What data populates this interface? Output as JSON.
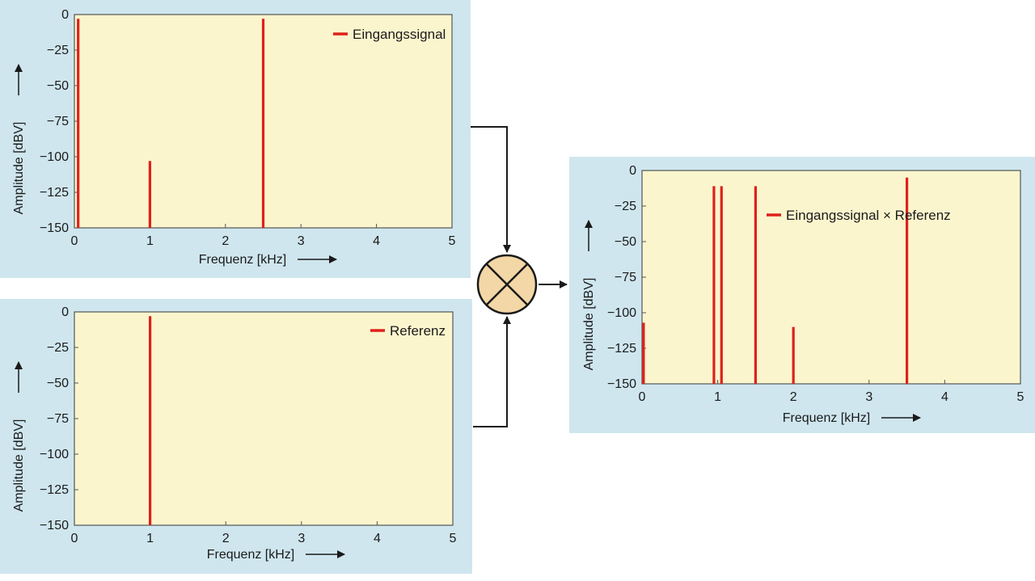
{
  "chart_data": [
    {
      "id": "chart-input",
      "type": "bar",
      "xlabel": "Frequenz [kHz]",
      "ylabel": "Amplitude [dBV]",
      "xlim": [
        0,
        5
      ],
      "ylim": [
        -150,
        0
      ],
      "xticks": [
        0,
        1,
        2,
        3,
        4,
        5
      ],
      "yticks": [
        0,
        -25,
        -50,
        -75,
        -100,
        -125,
        -150
      ],
      "legend_position": "top-right",
      "grid": false,
      "series": [
        {
          "name": "Eingangssignal",
          "x": [
            0.05,
            1.0,
            2.5
          ],
          "y": [
            -3,
            -103,
            -3
          ]
        }
      ]
    },
    {
      "id": "chart-reference",
      "type": "bar",
      "xlabel": "Frequenz [kHz]",
      "ylabel": "Amplitude [dBV]",
      "xlim": [
        0,
        5
      ],
      "ylim": [
        -150,
        0
      ],
      "xticks": [
        0,
        1,
        2,
        3,
        4,
        5
      ],
      "yticks": [
        0,
        -25,
        -50,
        -75,
        -100,
        -125,
        -150
      ],
      "legend_position": "top-right",
      "grid": false,
      "series": [
        {
          "name": "Referenz",
          "x": [
            1.0
          ],
          "y": [
            -3
          ]
        }
      ]
    },
    {
      "id": "chart-product",
      "type": "bar",
      "xlabel": "Frequenz [kHz]",
      "ylabel": "Amplitude [dBV]",
      "xlim": [
        0,
        5
      ],
      "ylim": [
        -150,
        0
      ],
      "xticks": [
        0,
        1,
        2,
        3,
        4,
        5
      ],
      "yticks": [
        0,
        -25,
        -50,
        -75,
        -100,
        -125,
        -150
      ],
      "legend_position": "top-right",
      "grid": false,
      "series": [
        {
          "name": "Eingangssignal × Referenz",
          "x": [
            0.02,
            0.95,
            1.05,
            1.5,
            2.0,
            3.5
          ],
          "y": [
            -107,
            -11,
            -11,
            -11,
            -110,
            -5
          ]
        }
      ]
    }
  ],
  "colors": {
    "panel": "#cfe6ee",
    "plot": "#fbf5cd",
    "line": "#e0201c",
    "mixer": "#f4d7a6"
  },
  "icons": {
    "mixer": "multiplier-cross-icon"
  }
}
